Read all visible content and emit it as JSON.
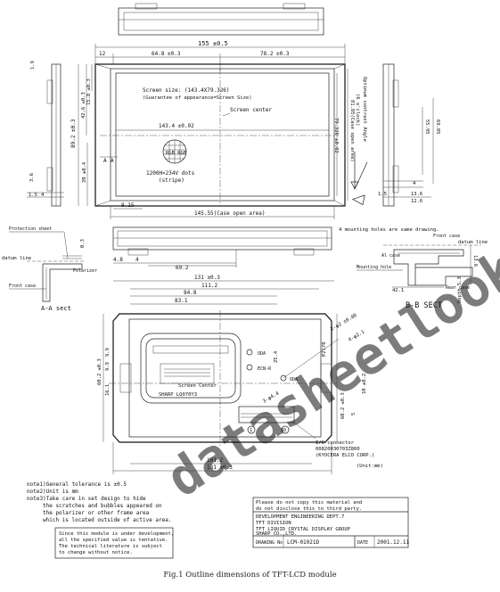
{
  "front_view": {
    "overall_width": "155 ±0.5",
    "dim_left_margin": "12",
    "dim_left_half": "64.8 ±0.3",
    "dim_right_half": "78.2 ±0.3",
    "overall_height": "89.2 ±0.3",
    "dim_upper_a": "42.6 ±0.3",
    "dim_upper_b": "15.8 ±0.3",
    "dim_lower": "20 ±0.4",
    "screen_size_line1": "Screen size: (143.4X79.326)",
    "screen_size_line2": "(Guarantee of appearance=Screen Size)",
    "screen_center_label": "Screen center",
    "active_width": "143.4 ±0.02",
    "active_height": "79.326 ±0.02",
    "case_open_height": "81.85(Case open area)",
    "resolution": "1200H×234V dots",
    "pixel_layout": "(stripe)",
    "bottom_offset": "8.15",
    "case_open_width": "145.55(Case open area)",
    "viewing_angle": "Optimum contrast Angle",
    "viewing_angle_sub": "(6 o'clock)",
    "section_mark": "A",
    "left_dim_a": "1.9",
    "left_dim_b": "3.6",
    "left_dim_c": "1.5"
  },
  "right_side": {
    "dim_a": "55.95",
    "dim_b": "69.05",
    "dim_c": "4",
    "dim_d": "13.6",
    "dim_e": "12.6",
    "dim_f": "1.5"
  },
  "bottom_view": {
    "dim_left": "4.8",
    "dim_center": "69.2",
    "dim_small": "4"
  },
  "section_aa": {
    "protection_sheet": "Protection sheet",
    "datum_line": "datum line",
    "polarizer": "Polarizer",
    "front_case": "Front case",
    "dim_a": "0.3",
    "title": "A-A sect"
  },
  "section_bb": {
    "note": "4 mounting holes are same drawing.",
    "front_case": "Front case",
    "datum_line": "datum line",
    "al_case": "Al case",
    "mounting_hole": "Mounting hole",
    "rear_case": "Rear case",
    "dim_hole": "42.1",
    "dim_a": "13.6",
    "depth": "Depth 5.3",
    "title": "B-B SECT"
  },
  "rear_view": {
    "dim_a": "131 ±0.3",
    "dim_b": "111.2",
    "dim_c": "84.8",
    "dim_d": "83.1",
    "left_dim_a": "60.2 ±0.3",
    "left_dim_b": "16.1",
    "left_dim_c": "9.9",
    "left_dim_d": "9.9",
    "right_dim_a": "60.2 ±0.3",
    "right_dim_b": "10 ±0.2",
    "right_dim_c": "5",
    "right_dim_d": "P2170",
    "label_a": "ODA",
    "label_b": "ECN-R",
    "label_c": "ODA",
    "holes_note": "4-φ2.1",
    "hole_dim": "2-φ2 ±0.08",
    "hole_dim_b": "3-φ4.4",
    "dim_e": "25.4",
    "screen_center": "Screen Center",
    "sticker_text": "SHARP  LQ070Y3",
    "pin_1": "1",
    "pin_30": "30",
    "bottom_a": "101.2",
    "bottom_b": "131 ±0.3",
    "connector_line1": "I/O connector",
    "connector_line2": "00820030703Z800",
    "connector_line3": "(KYOCERA ELCO CORP.)",
    "unit": "(Unit:mm)"
  },
  "notes": {
    "note1": "note1)General tolerance is ±0.5",
    "note2": "note2)Unit is mm",
    "note3a": "note3)Take care in set design to hide",
    "note3b": "the scratches and bubbles appeared on",
    "note3c": "the polarizer or other frame area",
    "note3d": "which is located outside of active area.",
    "dev_line1": "Since this module is under development,",
    "dev_line2": "all the specified value is tentative.",
    "dev_line3": "The technical literature is subject",
    "dev_line4": "to change without notice."
  },
  "title_block": {
    "copy_line1": "Please do not copy this material and",
    "copy_line2": "do not disclose this to third party.",
    "dept1": "DEVELOPMENT ENGINEERING DEPT.7",
    "dept2": "TFT DIVISION",
    "dept3": "TFT LIQUID CRYSTAL DISPLAY GROUP",
    "company": "SHARP CO.,LTD.",
    "drawing_label": "DRAWING No",
    "drawing_no": "LCM-01021D",
    "date_label": "DATE",
    "date": "2001.12.11"
  },
  "watermark": "datasheetlook.com",
  "caption": "Fig.1   Outline dimensions of TFT-LCD module"
}
